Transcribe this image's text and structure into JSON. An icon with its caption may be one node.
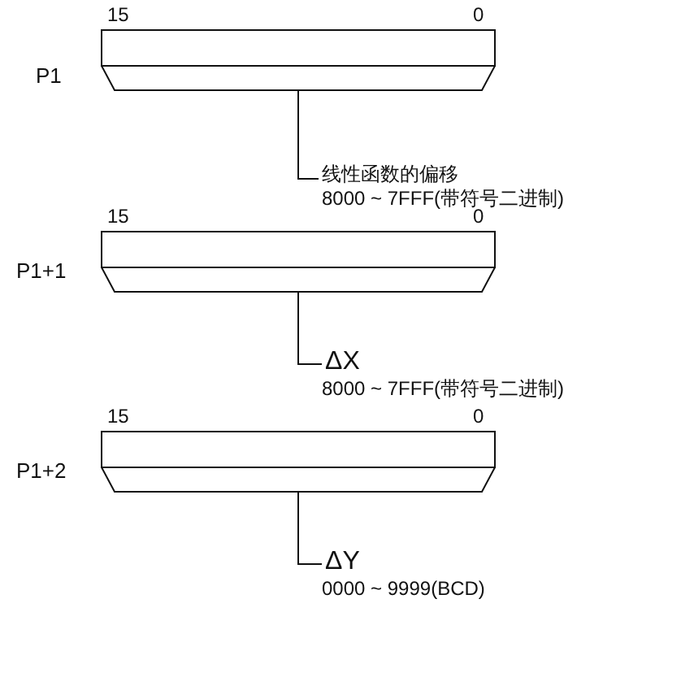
{
  "diagram": {
    "nodes": [
      {
        "text": [],
        "shape": "box",
        "beside": [
          "P1",
          "15",
          "0"
        ]
      },
      {
        "text": [
          "线性函数的偏移",
          "8000 ~ 7FFF(带符号二进制)"
        ]
      },
      {
        "text": [],
        "shape": "box",
        "beside": [
          "P1+1",
          "15",
          "0"
        ]
      },
      {
        "text": [
          "ΔX",
          "8000 ~ 7FFF(带符号二进制)"
        ]
      },
      {
        "text": [],
        "shape": "box",
        "beside": [
          "P1+2",
          "15",
          "0"
        ]
      },
      {
        "text": [
          "ΔY",
          "0000 ~ 9999(BCD)"
        ]
      }
    ],
    "edges": [
      {
        "from": 1,
        "to": 0,
        "arrow": "none"
      },
      {
        "from": 3,
        "to": 2,
        "arrow": "none"
      },
      {
        "from": 5,
        "to": 4,
        "arrow": "none"
      }
    ]
  }
}
